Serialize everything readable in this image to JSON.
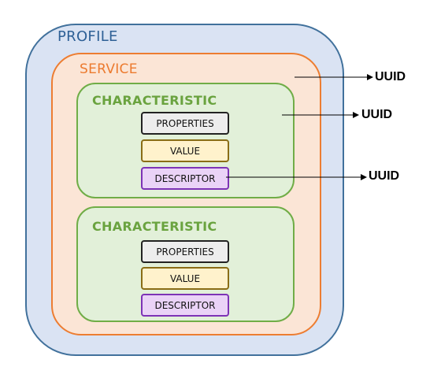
{
  "profile": {
    "label": "PROFILE"
  },
  "service": {
    "label": "SERVICE"
  },
  "characteristics": [
    {
      "label": "CHARACTERISTIC",
      "properties": "PROPERTIES",
      "value": "VALUE",
      "descriptor": "DESCRIPTOR"
    },
    {
      "label": "CHARACTERISTIC",
      "properties": "PROPERTIES",
      "value": "VALUE",
      "descriptor": "DESCRIPTOR"
    }
  ],
  "uuids": {
    "service": "UUID",
    "characteristic": "UUID",
    "descriptor": "UUID"
  },
  "colors": {
    "profile_fill": "#dae3f3",
    "profile_stroke": "#41719c",
    "service_fill": "#fbe5d6",
    "service_stroke": "#ed7d31",
    "characteristic_fill": "#e2f0d9",
    "characteristic_stroke": "#70ad47",
    "properties_fill": "#ededed",
    "value_fill": "#fff2cc",
    "descriptor_fill": "#ead3f7"
  }
}
